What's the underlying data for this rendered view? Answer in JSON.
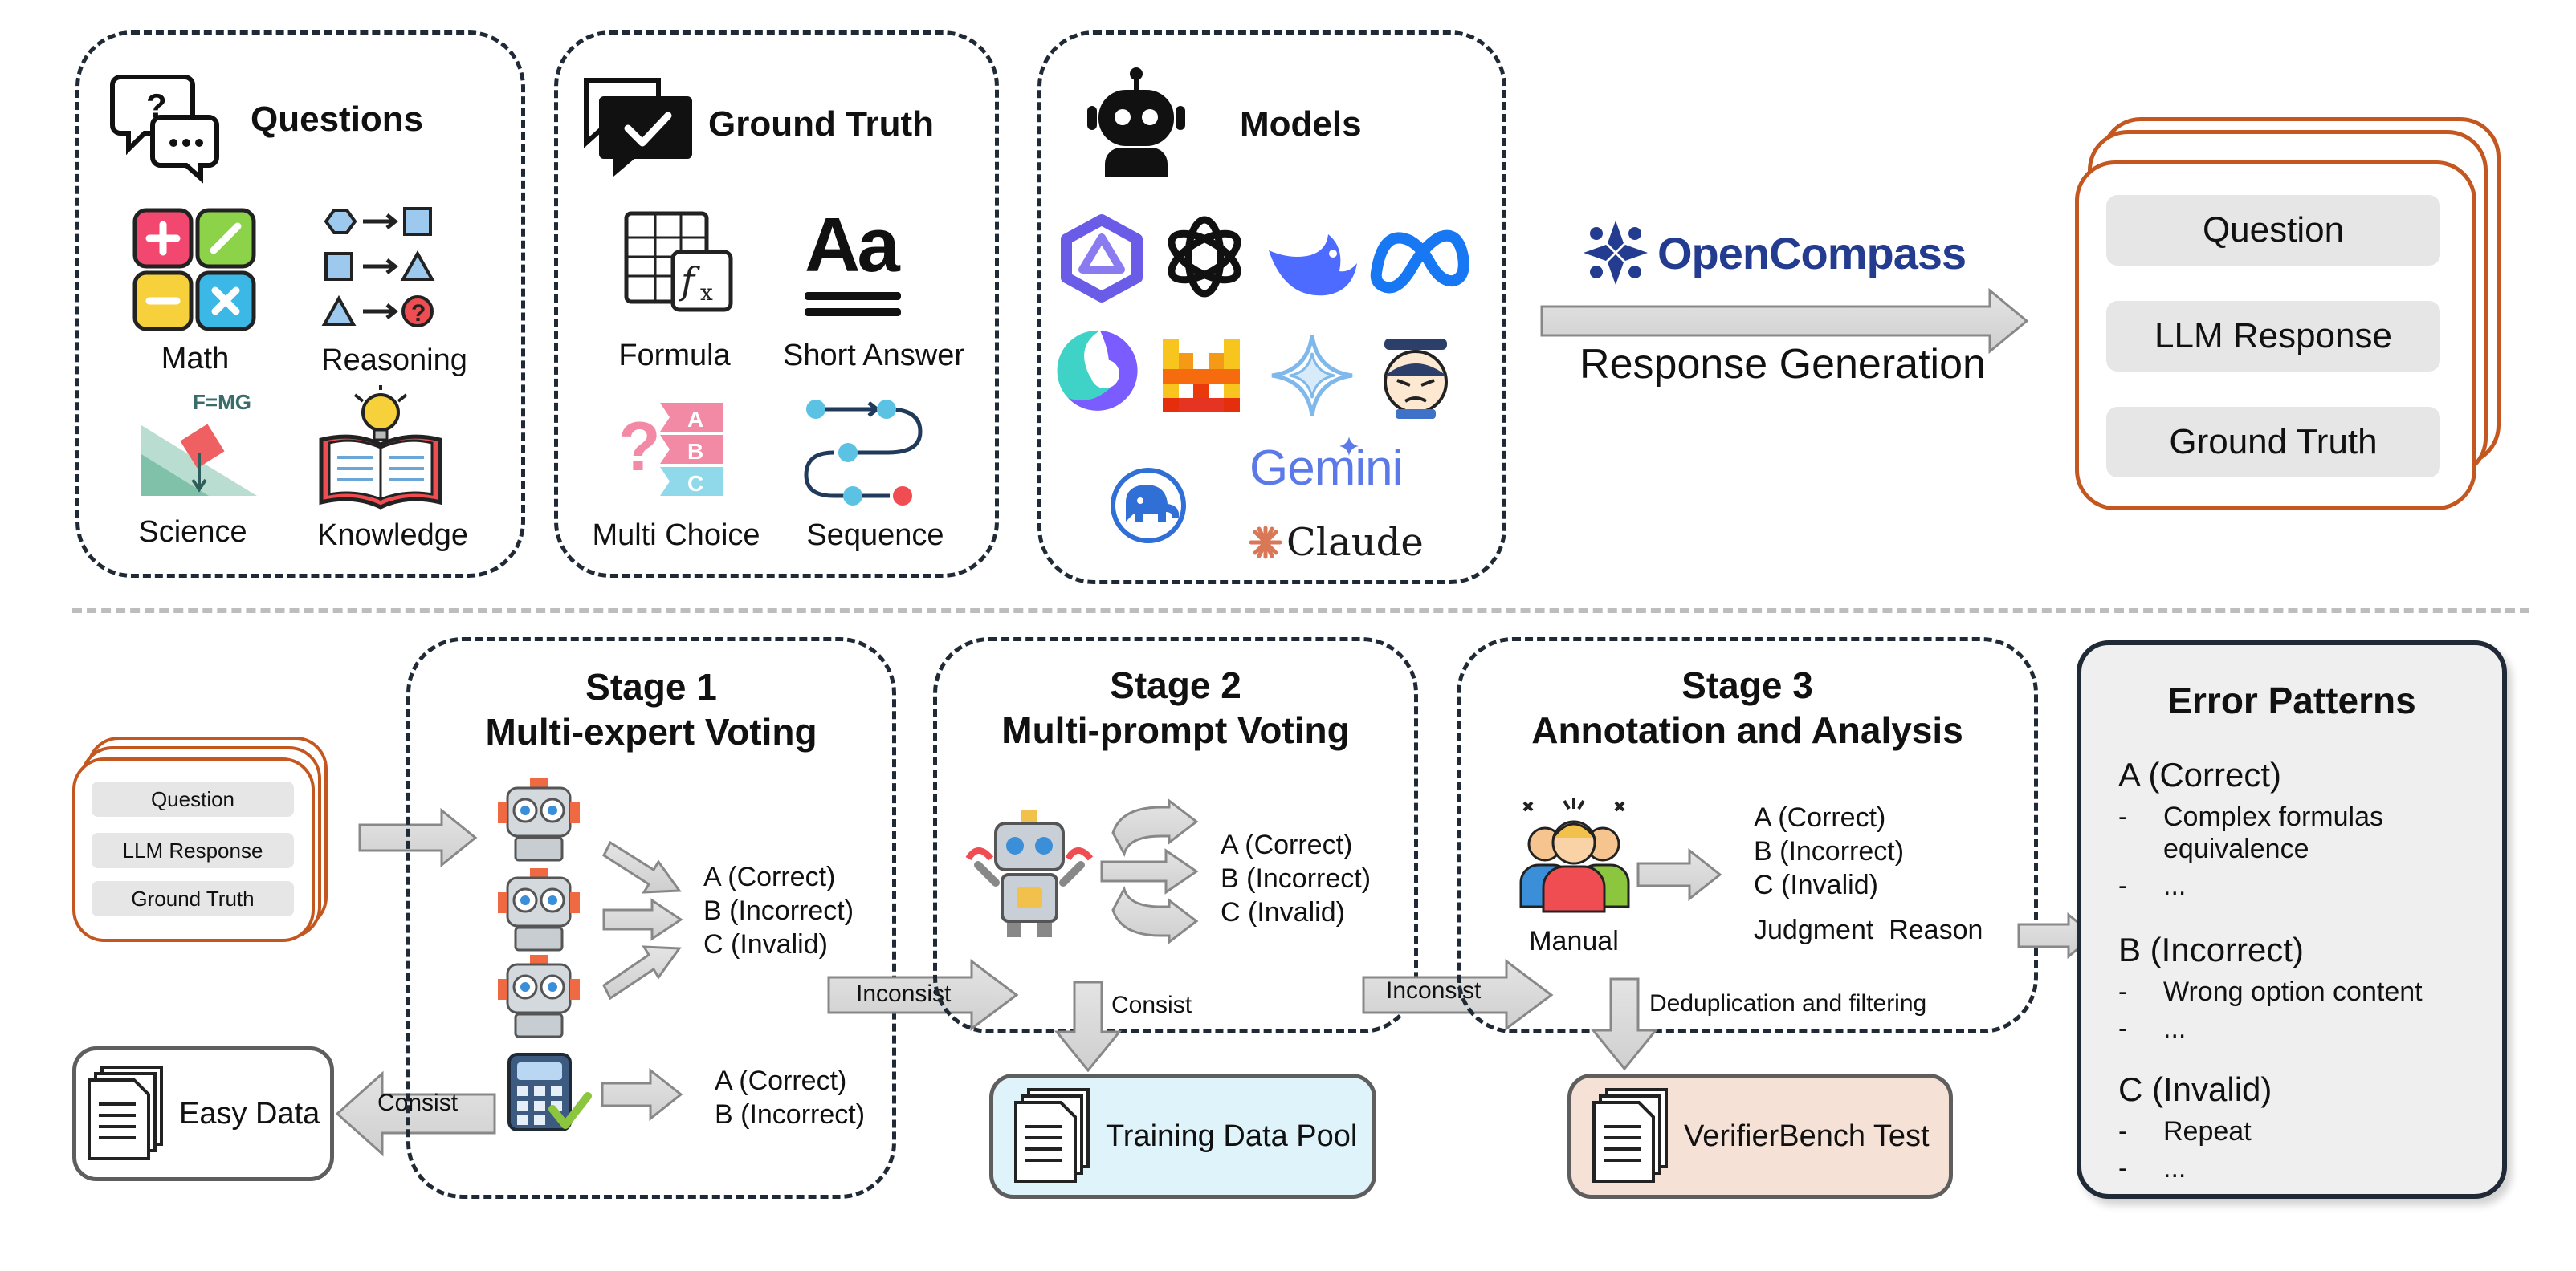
{
  "top": {
    "questions": {
      "title": "Questions",
      "items": [
        "Math",
        "Reasoning",
        "Science",
        "Knowledge"
      ],
      "science_formula": "F=MG"
    },
    "ground_truth": {
      "title": "Ground Truth",
      "items": [
        "Formula",
        "Short Answer",
        "Multi Choice",
        "Sequence"
      ],
      "short_answer_glyph": "Aa",
      "mc_letters": [
        "A",
        "B",
        "C"
      ]
    },
    "models": {
      "title": "Models",
      "gemini_label": "Gemini",
      "claude_label": "Claude"
    },
    "opencompass_label": "OpenCompass",
    "response_generation": "Response Generation",
    "output_card": [
      "Question",
      "LLM Response",
      "Ground Truth"
    ]
  },
  "bottom": {
    "input_card": [
      "Question",
      "LLM Response",
      "Ground Truth"
    ],
    "easy_data": "Easy Data",
    "consist_left": "Consist",
    "stage1": {
      "title_line1": "Stage 1",
      "title_line2": "Multi-expert Voting",
      "options": [
        "A (Correct)",
        "B (Incorrect)",
        "C (Invalid)"
      ],
      "calc_options": [
        "A (Correct)",
        "B (Incorrect)"
      ]
    },
    "inconsist_1": "Inconsist",
    "stage2": {
      "title_line1": "Stage 2",
      "title_line2": "Multi-prompt Voting",
      "options": [
        "A (Correct)",
        "B (Incorrect)",
        "C (Invalid)"
      ],
      "consist": "Consist"
    },
    "training_pool": "Training Data Pool",
    "inconsist_2": "Inconsist",
    "stage3": {
      "title_line1": "Stage 3",
      "title_line2": "Annotation and Analysis",
      "options": [
        "A (Correct)",
        "B (Incorrect)",
        "C (Invalid)"
      ],
      "reason": "Judgment  Reason",
      "manual": "Manual",
      "dedup": "Deduplication and filtering"
    },
    "verifier_test": "VerifierBench Test",
    "error_patterns": {
      "title": "Error Patterns",
      "groups": [
        {
          "head": "A (Correct)",
          "items": [
            "Complex formulas equivalence",
            "..."
          ]
        },
        {
          "head": "B (Incorrect)",
          "items": [
            "Wrong option content",
            "..."
          ]
        },
        {
          "head": "C (Invalid)",
          "items": [
            "Repeat",
            "..."
          ]
        }
      ]
    }
  },
  "colors": {
    "dash": "#1f2a36",
    "card_border": "#c3571f",
    "pill": "#e6e6e6",
    "pool_fill": "#dff3fb",
    "test_fill": "#f6e1d6",
    "error_fill": "#efefef",
    "arrow_fill": "#d9d9d9"
  }
}
